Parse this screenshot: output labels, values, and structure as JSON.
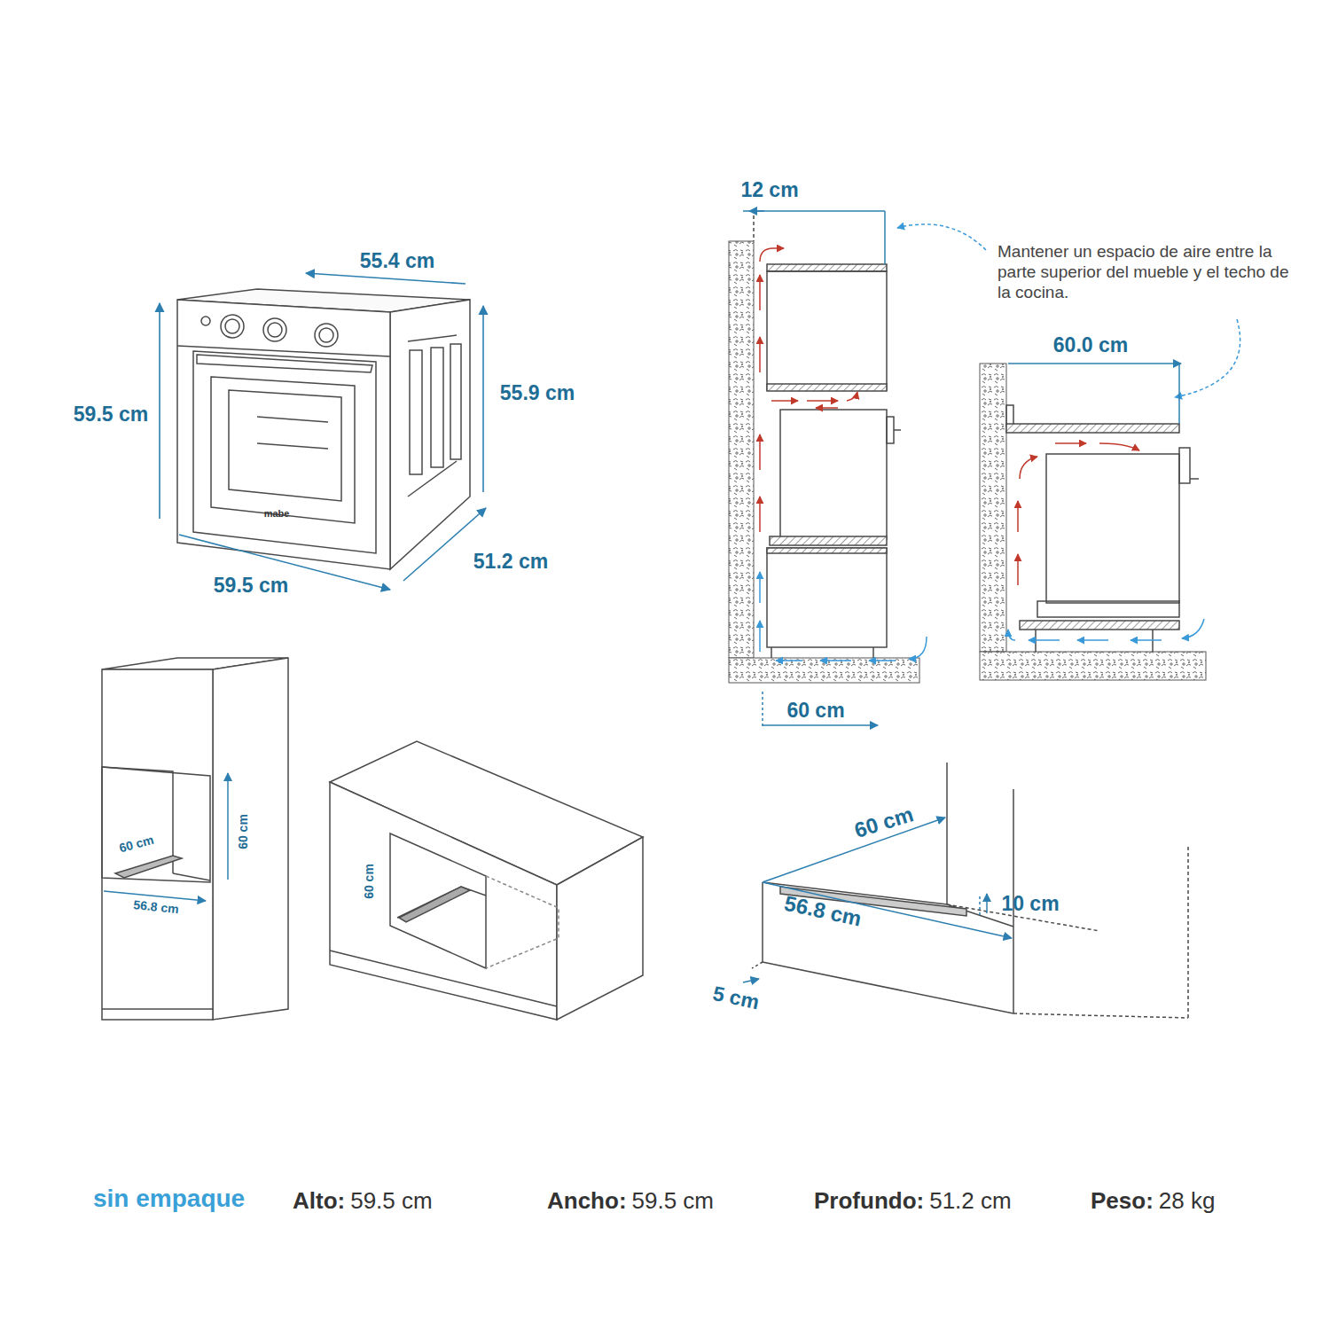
{
  "diagram": {
    "labels": [
      "12 cm",
      "55.4 cm",
      "Mantener un espacio de aire entre la parte superior del mueble y el techo de la cocina.",
      "60.0 cm",
      "59.5 cm",
      "55.9 cm",
      "mabe",
      "51.2 cm",
      "59.5 cm",
      "60 cm",
      "60 cm",
      "60 cm",
      "56.8 cm",
      "60 cm",
      "60 cm",
      "56.8 cm",
      "10 cm",
      "5 cm",
      "sin empaque",
      "Alto:",
      "59.5 cm",
      "Ancho:",
      "59.5 cm",
      "Profundo:",
      "51.2 cm",
      "Peso:",
      "28 kg"
    ]
  }
}
